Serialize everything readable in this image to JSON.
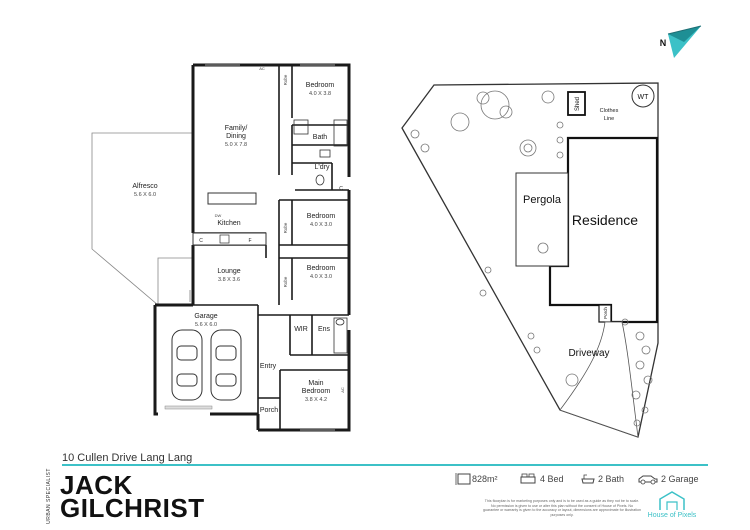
{
  "floorplan": {
    "rooms": {
      "alfresco": {
        "name": "Alfresco",
        "size": "5.6 X 6.0"
      },
      "family": {
        "name1": "Family/",
        "name2": "Dining",
        "size": "5.0 X 7.8"
      },
      "kitchen": {
        "name": "Kitchen",
        "dw": "DW"
      },
      "lounge": {
        "name": "Lounge",
        "size": "3.8 X 3.6"
      },
      "garage": {
        "name": "Garage",
        "size": "5.6 X 6.0"
      },
      "bedroom1": {
        "name": "Bedroom",
        "size": "4.0 X 3.8"
      },
      "bath": {
        "name": "Bath"
      },
      "laundry": {
        "name": "L'dry"
      },
      "bedroom2": {
        "name": "Bedroom",
        "size": "4.0 X 3.0"
      },
      "bedroom3": {
        "name": "Bedroom",
        "size": "4.0 X 3.0"
      },
      "wir": {
        "name": "WIR"
      },
      "ens": {
        "name": "Ens"
      },
      "entry": {
        "name": "Entry"
      },
      "main_bedroom": {
        "name": "Main",
        "name2": "Bedroom",
        "size": "3.8 X 4.2"
      },
      "porch": {
        "name": "Porch"
      },
      "robe": "Robe",
      "ac": "AC",
      "c": "C",
      "f": "F"
    }
  },
  "siteplan": {
    "north": "N",
    "wt": "WT",
    "shed": "Shed",
    "clothesline1": "Clothes",
    "clothesline2": "Line",
    "pergola": "Pergola",
    "residence": "Residence",
    "porch": "Porch",
    "driveway": "Driveway"
  },
  "footer": {
    "address": "10 Cullen Drive Lang Lang",
    "brand_side": "URBAN SPECIALIST",
    "brand_line1": "JACK",
    "brand_line2": "GILCHRIST",
    "area": "828m²",
    "beds": "4 Bed",
    "baths": "2 Bath",
    "garages": "2 Garage",
    "disclaimer": "This floorplan is for marketing purposes only and is to be used as a guide as they not be to scale. No permission is given to use or alter this plan without the consent of House of Pixels. No guarantee or warranty is given to the accuracy or layout, dimensions are approximate for illustration purposes only.",
    "logo_text": "House of Pixels",
    "accent_color": "#3cc1c7"
  }
}
